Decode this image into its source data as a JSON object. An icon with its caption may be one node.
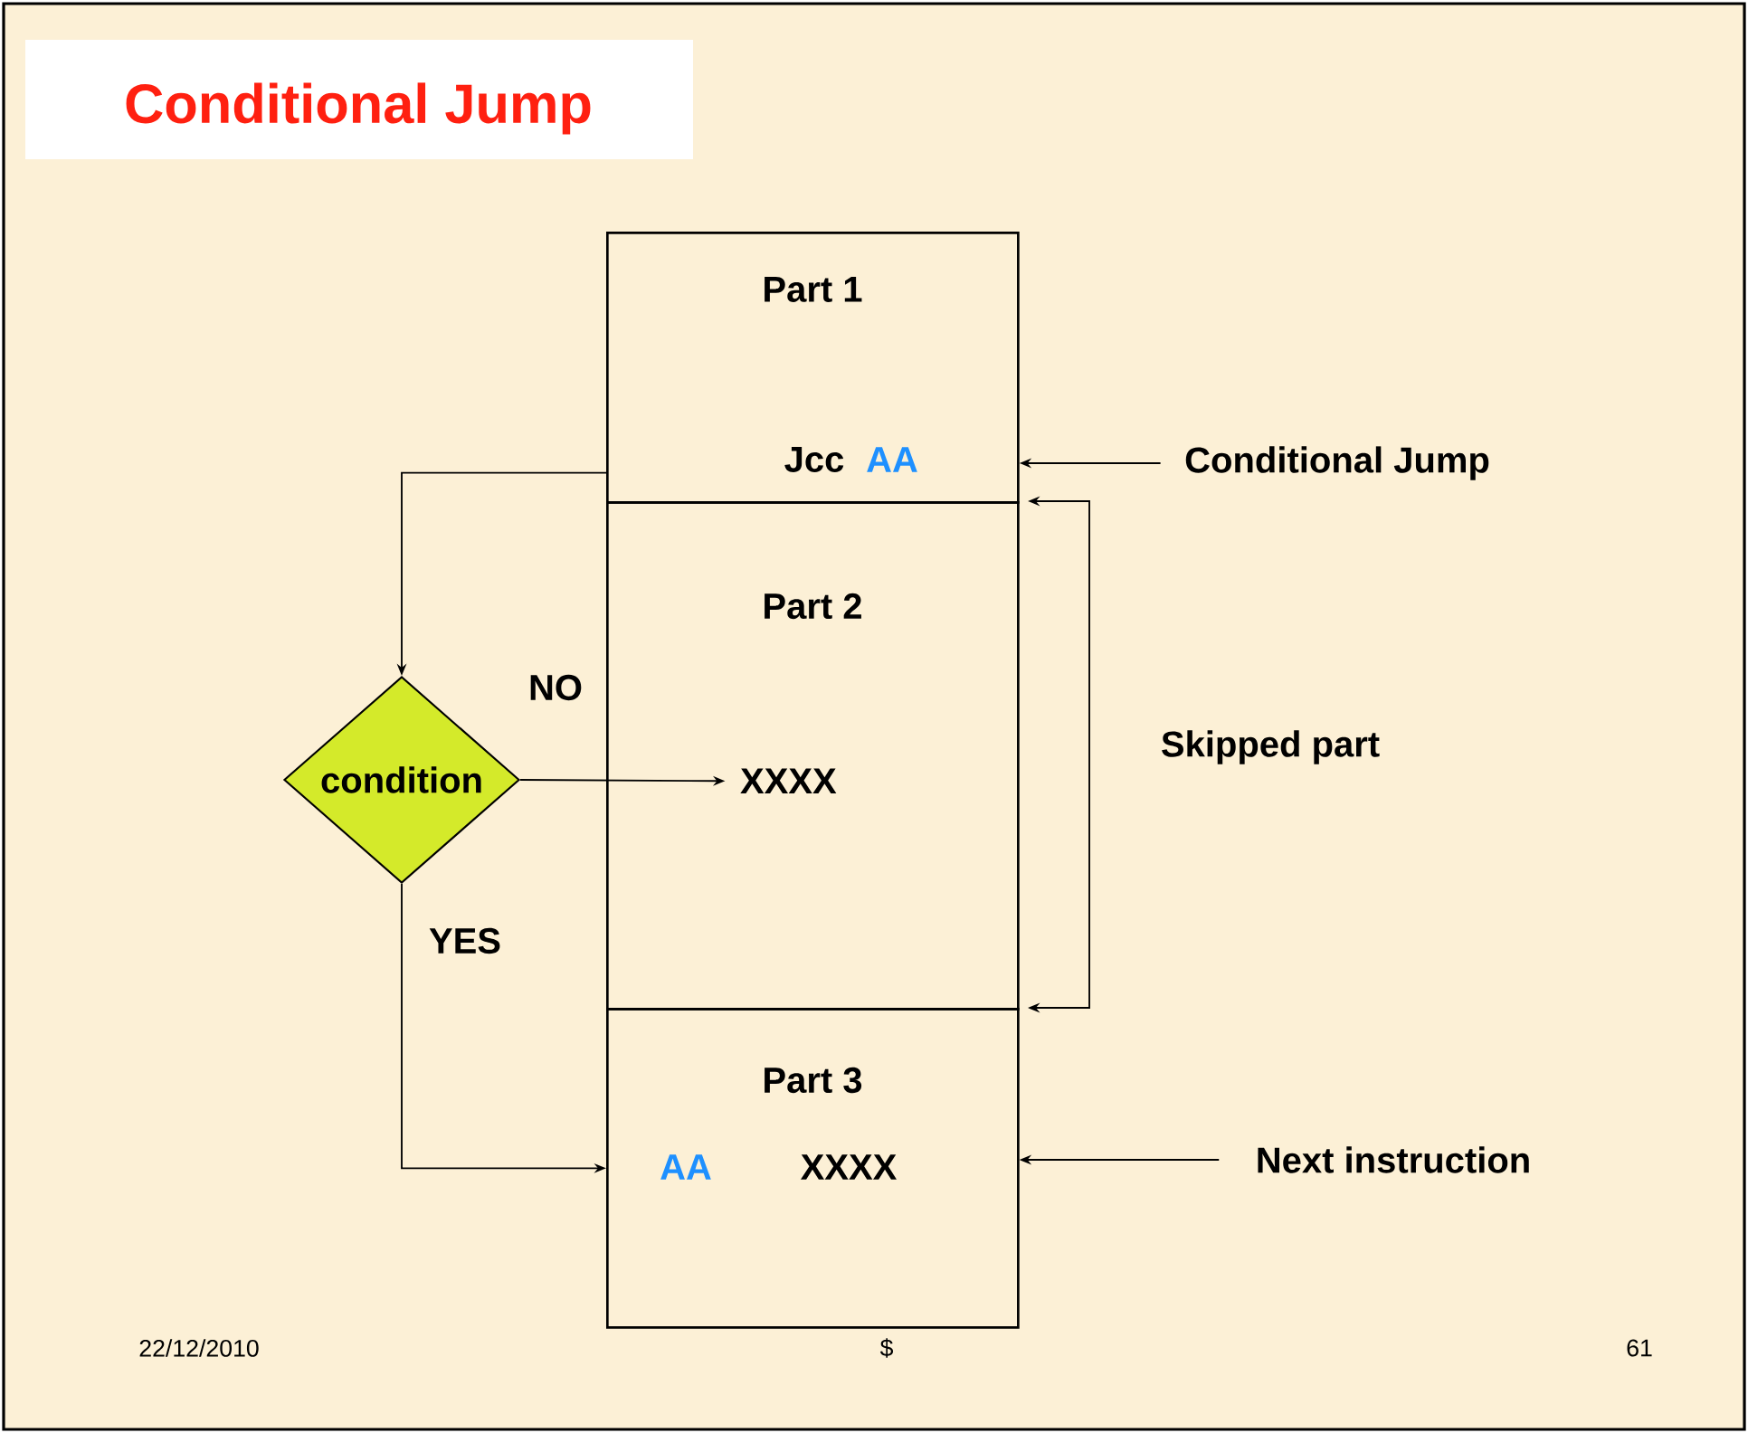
{
  "diagram": {
    "title": "Conditional Jump",
    "nodes": [
      {
        "text": [
          "Part 1",
          "Jcc",
          "AA"
        ]
      },
      {
        "text": [
          "Part 2"
        ]
      },
      {
        "text": [
          "XXXX"
        ],
        "in": 1
      },
      {
        "text": [
          "Part 3",
          "AA",
          "XXXX"
        ]
      },
      {
        "text": [
          "condition"
        ]
      },
      {
        "text": [
          "Conditional Jump"
        ]
      },
      {
        "text": [
          "Next instruction"
        ]
      }
    ],
    "edges": [
      {
        "from": 0,
        "to": 4,
        "arrow": "to"
      },
      {
        "from": 4,
        "to": 2,
        "arrow": "to",
        "label": "NO"
      },
      {
        "from": 4,
        "to": 3,
        "arrow": "to",
        "label": "YES"
      },
      {
        "from": 5,
        "to": 0,
        "arrow": "to"
      },
      {
        "from": 6,
        "to": 3,
        "arrow": "to"
      }
    ],
    "labels": [
      "Skipped part",
      "22/12/2010",
      "$",
      "61"
    ]
  }
}
